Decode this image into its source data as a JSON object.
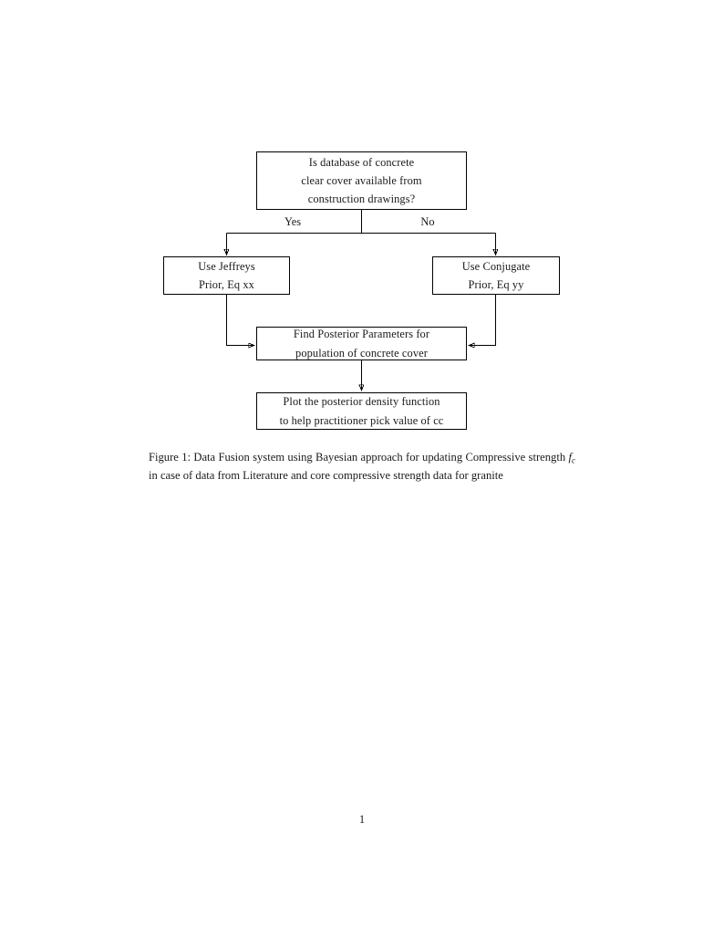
{
  "document": {
    "page_number": "1",
    "background_color": "#ffffff",
    "ink_color": "#000000"
  },
  "figure": {
    "caption_label": "Figure 1:",
    "caption_text_part1": "Data Fusion system using Bayesian approach for updating Compressive strength",
    "caption_math_variable": "f",
    "caption_math_subscript": "c",
    "caption_text_part2": "in case of data from Literature and core compressive strength data for granite",
    "diagram_type": "flowchart"
  },
  "flowchart": {
    "nodes": [
      {
        "id": "question",
        "shape": "rectangle",
        "lines": [
          "Is database of concrete",
          "clear cover available from",
          "construction drawings?"
        ]
      },
      {
        "id": "jeffreys",
        "shape": "rectangle",
        "lines": [
          "Use Jeffreys",
          "Prior, Eq xx"
        ]
      },
      {
        "id": "conjugate",
        "shape": "rectangle",
        "lines": [
          "Use Conjugate",
          "Prior, Eq yy"
        ]
      },
      {
        "id": "posterior",
        "shape": "rectangle",
        "lines": [
          "Find Posterior Parameters for",
          "population of concrete cover"
        ]
      },
      {
        "id": "plot",
        "shape": "rectangle",
        "lines": [
          "Plot the posterior density function",
          "to help practitioner pick value of cc"
        ]
      }
    ],
    "edges": [
      {
        "from": "question",
        "to": "jeffreys",
        "label": "Yes"
      },
      {
        "from": "question",
        "to": "conjugate",
        "label": "No"
      },
      {
        "from": "jeffreys",
        "to": "posterior",
        "label": ""
      },
      {
        "from": "conjugate",
        "to": "posterior",
        "label": ""
      },
      {
        "from": "posterior",
        "to": "plot",
        "label": ""
      }
    ],
    "edge_labels": {
      "yes": "Yes",
      "no": "No"
    }
  }
}
